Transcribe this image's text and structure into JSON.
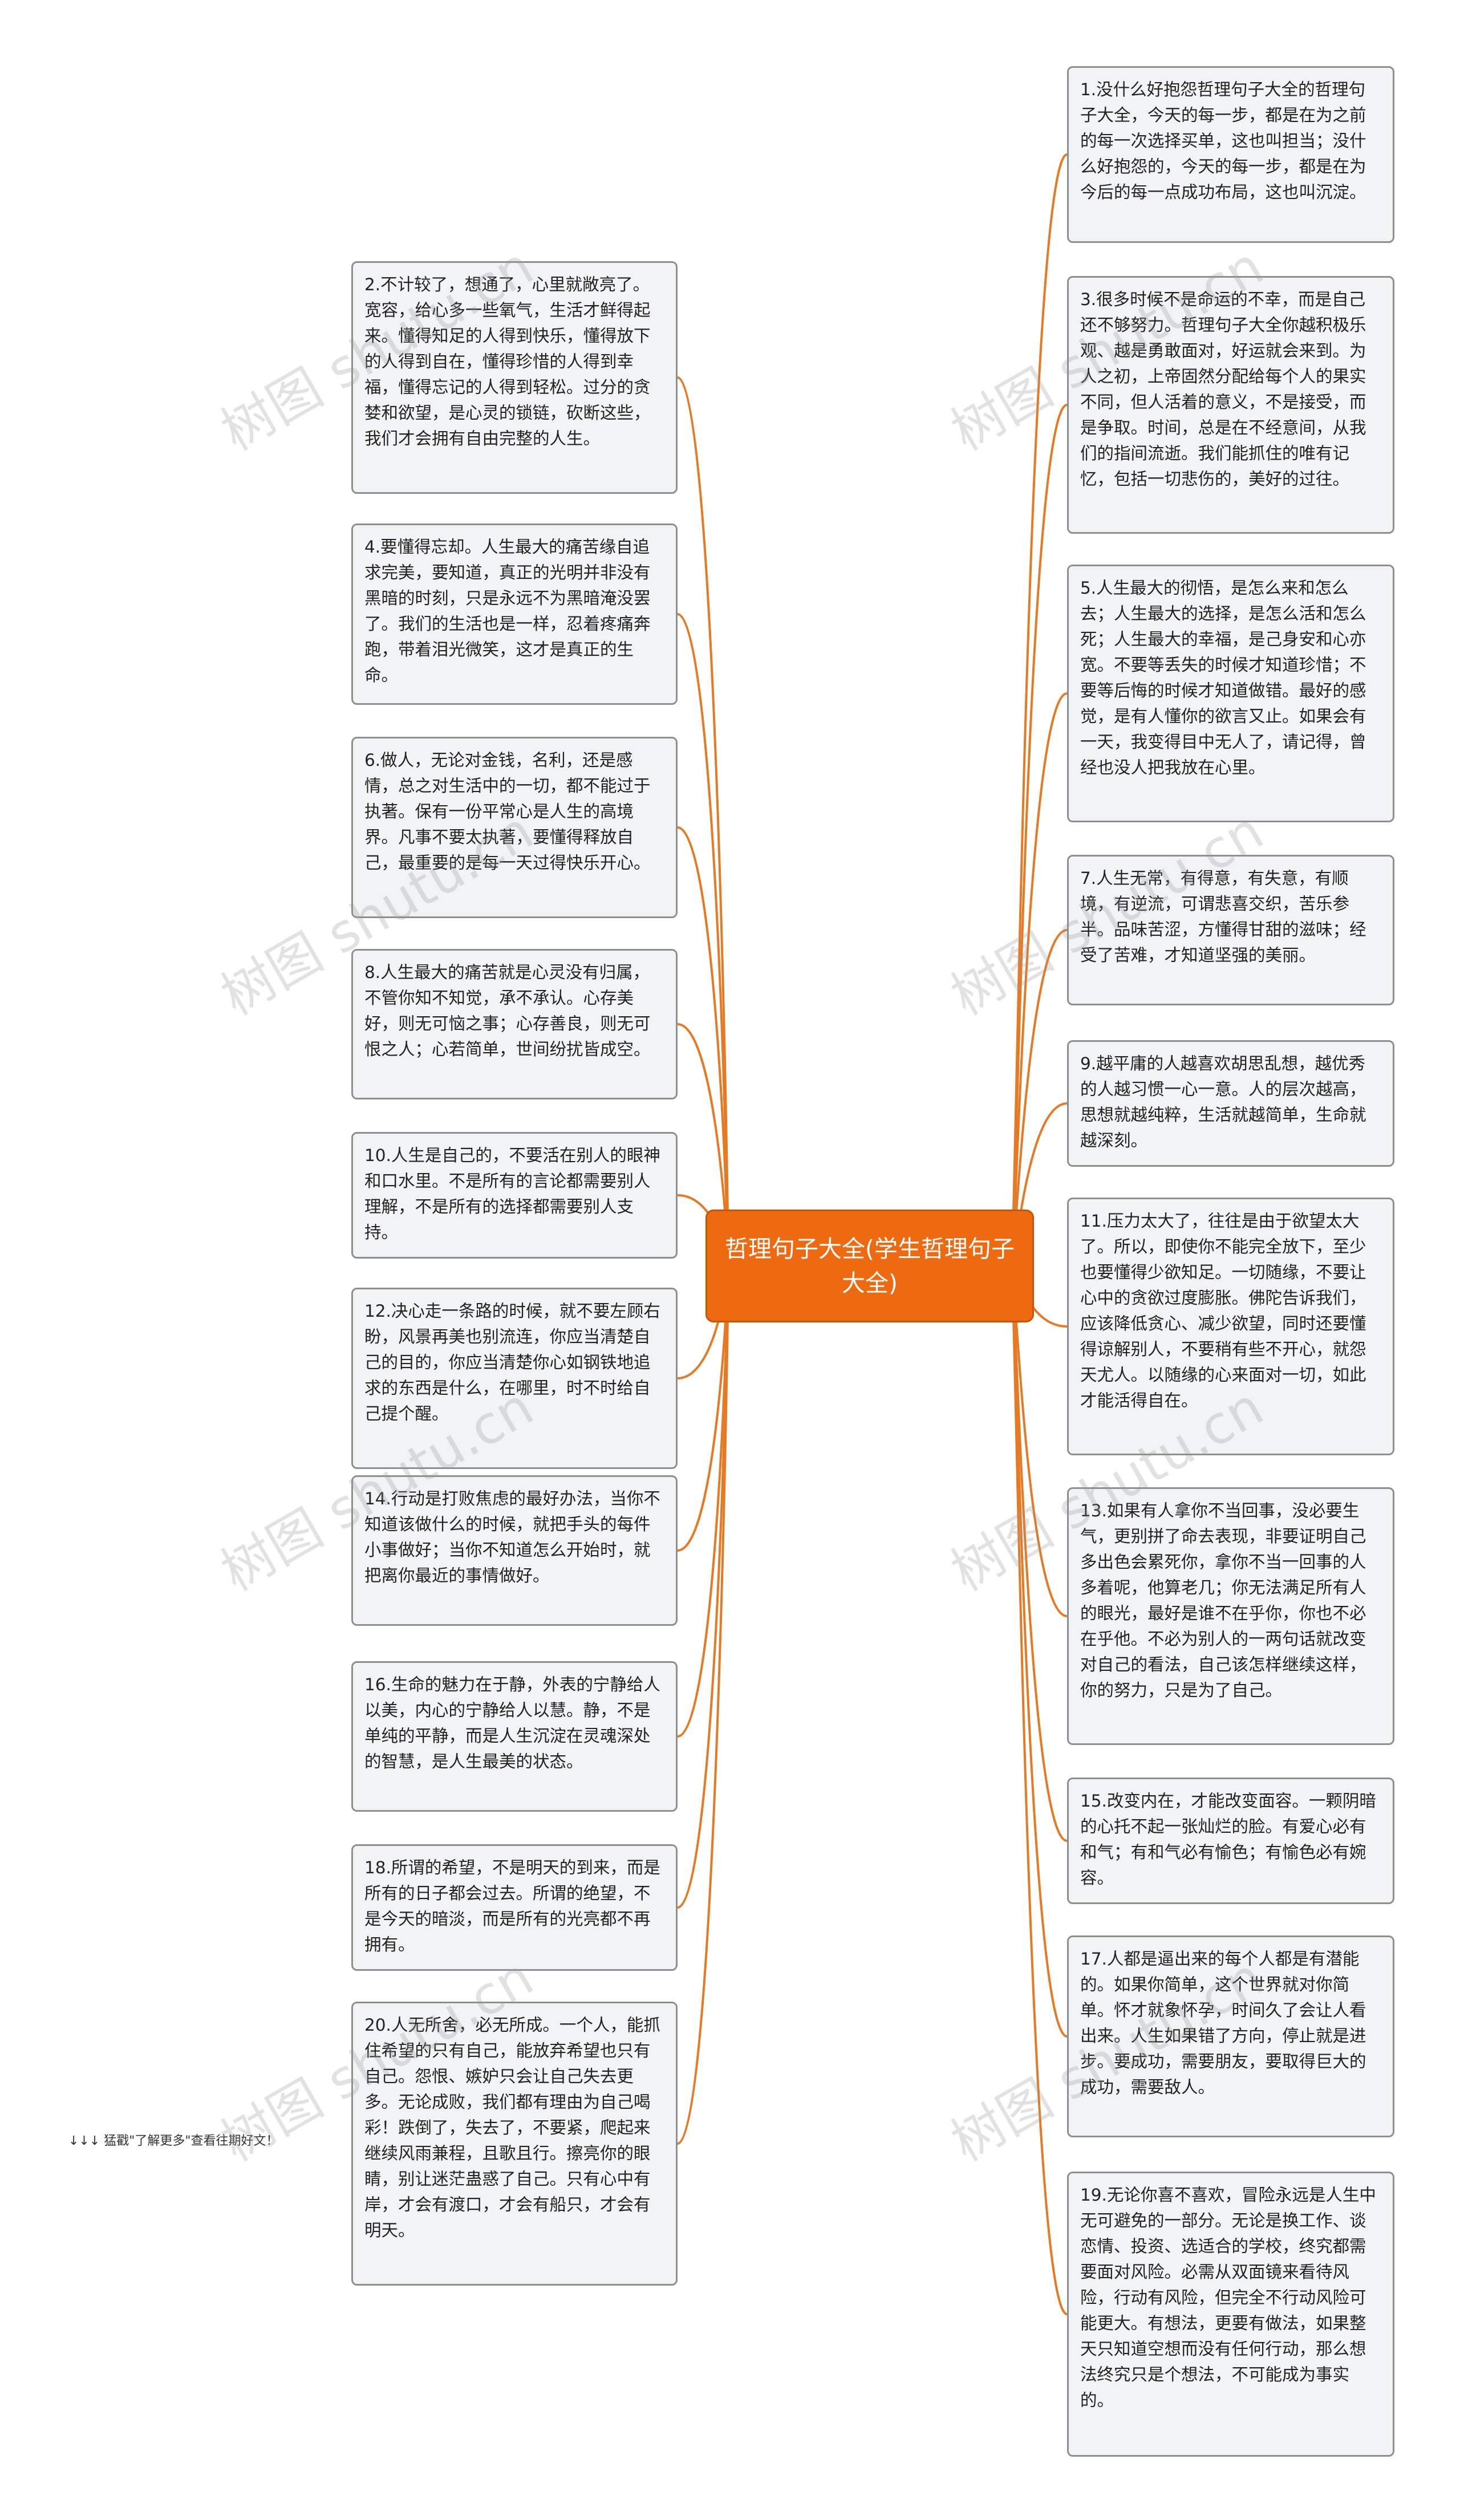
{
  "center": {
    "label": "哲理句子大全(学生哲理句子大全)"
  },
  "colors": {
    "accent": "#ee6a10",
    "link": "#e67a24",
    "node_fill": "#f2f3f5",
    "node_border": "#8f8f8f"
  },
  "left_nodes": [
    {
      "id": "n2",
      "text": "2.不计较了，想通了，心里就敞亮了。宽容，给心多一些氧气，生活才鲜得起来。懂得知足的人得到快乐，懂得放下的人得到自在，懂得珍惜的人得到幸福，懂得忘记的人得到轻松。过分的贪婪和欲望，是心灵的锁链，砍断这些，我们才会拥有自由完整的人生。"
    },
    {
      "id": "n4",
      "text": "4.要懂得忘却。人生最大的痛苦缘自追求完美，要知道，真正的光明并非没有黑暗的时刻，只是永远不为黑暗淹没罢了。我们的生活也是一样，忍着疼痛奔跑，带着泪光微笑，这才是真正的生命。"
    },
    {
      "id": "n6",
      "text": "6.做人，无论对金钱，名利，还是感情，总之对生活中的一切，都不能过于执著。保有一份平常心是人生的高境界。凡事不要太执著，要懂得释放自己，最重要的是每一天过得快乐开心。"
    },
    {
      "id": "n8",
      "text": "8.人生最大的痛苦就是心灵没有归属，不管你知不知觉，承不承认。心存美好，则无可恼之事；心存善良，则无可恨之人；心若简单，世间纷扰皆成空。"
    },
    {
      "id": "n10",
      "text": "10.人生是自己的，不要活在别人的眼神和口水里。不是所有的言论都需要别人理解，不是所有的选择都需要别人支持。"
    },
    {
      "id": "n12",
      "text": "12.决心走一条路的时候，就不要左顾右盼，风景再美也别流连，你应当清楚自己的目的，你应当清楚你心如钢铁地追求的东西是什么，在哪里，时不时给自己提个醒。"
    },
    {
      "id": "n14",
      "text": "14.行动是打败焦虑的最好办法，当你不知道该做什么的时候，就把手头的每件小事做好；当你不知道怎么开始时，就把离你最近的事情做好。"
    },
    {
      "id": "n16",
      "text": "16.生命的魅力在于静，外表的宁静给人以美，内心的宁静给人以慧。静，不是单纯的平静，而是人生沉淀在灵魂深处的智慧，是人生最美的状态。"
    },
    {
      "id": "n18",
      "text": "18.所谓的希望，不是明天的到来，而是所有的日子都会过去。所谓的绝望，不是今天的暗淡，而是所有的光亮都不再拥有。"
    },
    {
      "id": "n20",
      "text": "20.人无所舍，必无所成。一个人，能抓住希望的只有自己，能放弃希望也只有自己。怨恨、嫉妒只会让自己失去更多。无论成败，我们都有理由为自己喝彩！跌倒了，失去了，不要紧，爬起来继续风雨兼程，且歌且行。擦亮你的眼睛，别让迷茫蛊惑了自己。只有心中有岸，才会有渡口，才会有船只，才会有明天。"
    }
  ],
  "right_nodes": [
    {
      "id": "n1",
      "text": "1.没什么好抱怨哲理句子大全的哲理句子大全，今天的每一步，都是在为之前的每一次选择买单，这也叫担当；没什么好抱怨的，今天的每一步，都是在为今后的每一点成功布局，这也叫沉淀。"
    },
    {
      "id": "n3",
      "text": "3.很多时候不是命运的不幸，而是自己还不够努力。哲理句子大全你越积极乐观、越是勇敢面对，好运就会来到。为人之初，上帝固然分配给每个人的果实不同，但人活着的意义，不是接受，而是争取。时间，总是在不经意间，从我们的指间流逝。我们能抓住的唯有记忆，包括一切悲伤的，美好的过往。"
    },
    {
      "id": "n5",
      "text": "5.人生最大的彻悟，是怎么来和怎么去；人生最大的选择，是怎么活和怎么死；人生最大的幸福，是己身安和心亦宽。不要等丢失的时候才知道珍惜；不要等后悔的时候才知道做错。最好的感觉，是有人懂你的欲言又止。如果会有一天，我变得目中无人了，请记得，曾经也没人把我放在心里。"
    },
    {
      "id": "n7",
      "text": "7.人生无常，有得意，有失意，有顺境，有逆流，可谓悲喜交织，苦乐参半。品味苦涩，方懂得甘甜的滋味；经受了苦难，才知道坚强的美丽。"
    },
    {
      "id": "n9",
      "text": "9.越平庸的人越喜欢胡思乱想，越优秀的人越习惯一心一意。人的层次越高，思想就越纯粹，生活就越简单，生命就越深刻。"
    },
    {
      "id": "n11",
      "text": "11.压力太大了，往往是由于欲望太大了。所以，即使你不能完全放下，至少也要懂得少欲知足。一切随缘，不要让心中的贪欲过度膨胀。佛陀告诉我们，应该降低贪心、减少欲望，同时还要懂得谅解别人，不要稍有些不开心，就怨天尤人。以随缘的心来面对一切，如此才能活得自在。"
    },
    {
      "id": "n13",
      "text": "13.如果有人拿你不当回事，没必要生气，更别拼了命去表现，非要证明自己多出色会累死你，拿你不当一回事的人多着呢，他算老几；你无法满足所有人的眼光，最好是谁不在乎你，你也不必在乎他。不必为别人的一两句话就改变对自己的看法，自己该怎样继续这样，你的努力，只是为了自己。"
    },
    {
      "id": "n15",
      "text": "15.改变内在，才能改变面容。一颗阴暗的心托不起一张灿烂的脸。有爱心必有和气；有和气必有愉色；有愉色必有婉容。"
    },
    {
      "id": "n17",
      "text": "17.人都是逼出来的每个人都是有潜能的。如果你简单，这个世界就对你简单。怀才就象怀孕，时间久了会让人看出来。人生如果错了方向，停止就是进步。要成功，需要朋友，要取得巨大的成功，需要敌人。"
    },
    {
      "id": "n19",
      "text": "19.无论你喜不喜欢，冒险永远是人生中无可避免的一部分。无论是换工作、谈恋情、投资、选适合的学校，终究都需要面对风险。必需从双面镜来看待风险，行动有风险，但完全不行动风险可能更大。有想法，更要有做法，如果整天只知道空想而没有任何行动，那么想法终究只是个想法，不可能成为事实的。"
    }
  ],
  "footnote": "↓↓↓ 猛戳\"了解更多\"查看往期好文！",
  "watermark": "树图 shutu.cn"
}
